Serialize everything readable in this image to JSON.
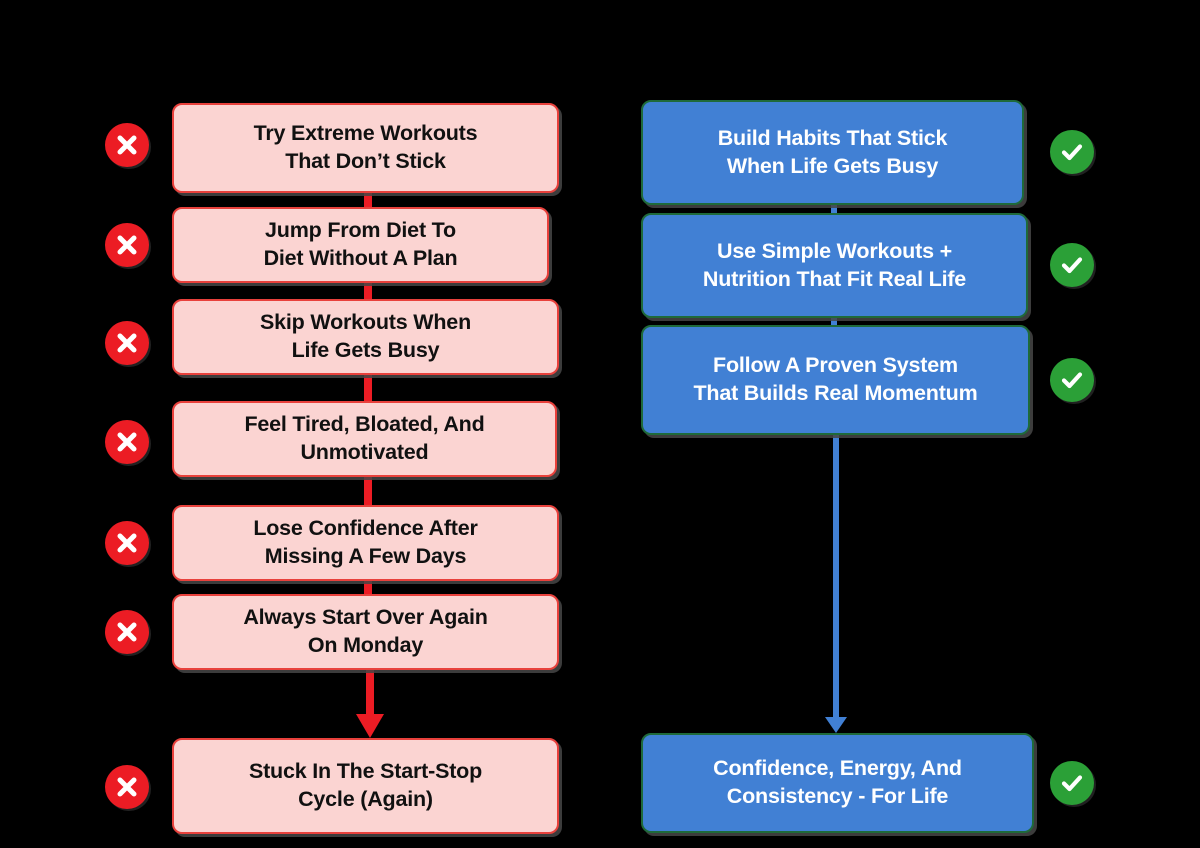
{
  "page": {
    "background": "#000000",
    "title": "Start-Stop Cycle vs Proven System comparison flowchart"
  },
  "colors": {
    "bad_fill": "#fbd4d2",
    "bad_border": "#e8413c",
    "bad_connector": "#ec1c24",
    "bad_icon": "#ec1c24",
    "good_fill": "#4180d4",
    "good_border": "#1f6a3a",
    "good_connector": "#4180d4",
    "good_icon": "#2ba037",
    "bad_text": "#111111",
    "good_text": "#ffffff"
  },
  "left_column": {
    "status_icon": "x-circle-icon",
    "status_meaning": "negative",
    "nodes": [
      {
        "id": "bad-1",
        "text": "Try Extreme Workouts\nThat Don’t Stick"
      },
      {
        "id": "bad-2",
        "text": "Jump From Diet To\nDiet Without A Plan"
      },
      {
        "id": "bad-3",
        "text": "Skip Workouts When\nLife Gets Busy"
      },
      {
        "id": "bad-4",
        "text": "Feel Tired, Bloated, And\nUnmotivated"
      },
      {
        "id": "bad-5",
        "text": "Lose Confidence After\nMissing A Few Days"
      },
      {
        "id": "bad-6",
        "text": "Always Start Over Again\nOn Monday"
      },
      {
        "id": "bad-7",
        "text": "Stuck In The Start-Stop\nCycle (Again)"
      }
    ]
  },
  "right_column": {
    "status_icon": "check-circle-icon",
    "status_meaning": "positive",
    "nodes": [
      {
        "id": "good-1",
        "text": "Build Habits That Stick\nWhen Life Gets Busy"
      },
      {
        "id": "good-2",
        "text": "Use Simple Workouts +\nNutrition That Fit Real Life"
      },
      {
        "id": "good-3",
        "text": "Follow A Proven System\nThat Builds Real Momentum"
      },
      {
        "id": "good-4",
        "text": "Confidence, Energy, And\nConsistency - For Life"
      }
    ]
  }
}
